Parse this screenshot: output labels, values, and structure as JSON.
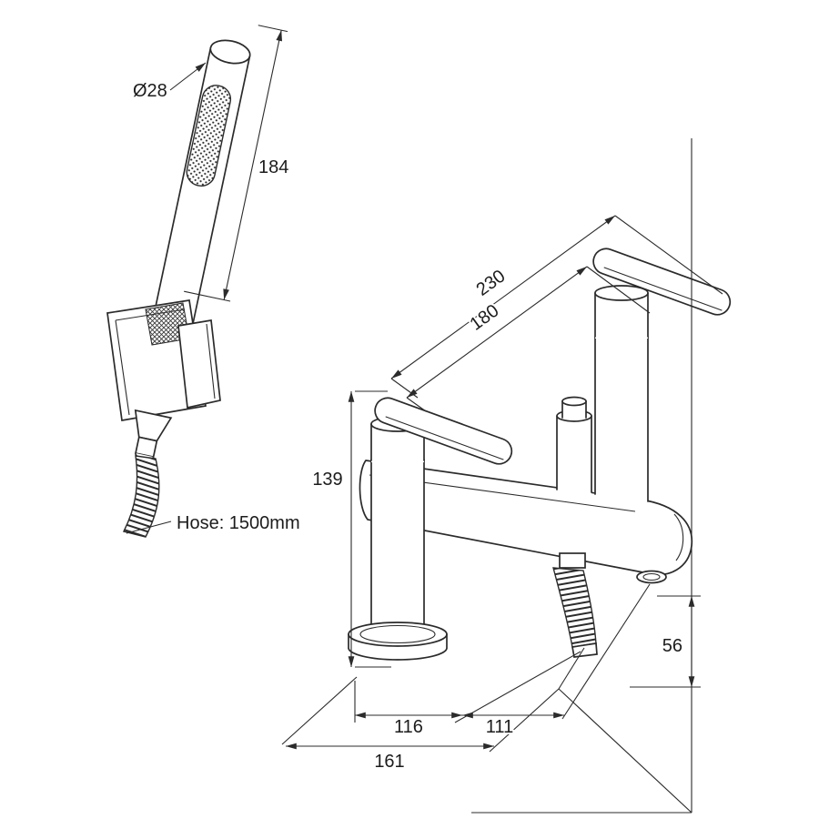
{
  "canvas": {
    "background": "#ffffff",
    "line_color": "#2b2b2b"
  },
  "left_view": {
    "labels": {
      "diameter": "Ø28",
      "length": "184",
      "hose": "Hose: 1500mm"
    }
  },
  "right_view": {
    "labels": {
      "width": "230",
      "centers": "180",
      "height": "139",
      "spout_height": "56",
      "spacing_a": "116",
      "spacing_b": "111",
      "overall": "161"
    }
  }
}
